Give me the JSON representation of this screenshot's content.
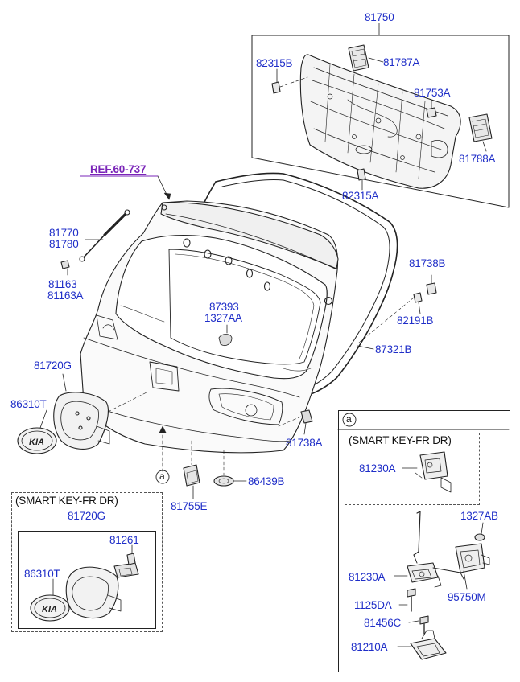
{
  "labels": {
    "p81750": "81750",
    "p82315B": "82315B",
    "p81787A": "81787A",
    "p81753A": "81753A",
    "p81788A": "81788A",
    "p82315A": "82315A",
    "ref": "REF.60-737",
    "p81770": "81770",
    "p81780": "81780",
    "p81163": "81163",
    "p81163A": "81163A",
    "p81738B": "81738B",
    "p82191B": "82191B",
    "p87393": "87393",
    "p1327AA": "1327AA",
    "p87321B": "87321B",
    "p81720G": "81720G",
    "p86310T": "86310T",
    "p81738A": "81738A",
    "p81755E": "81755E",
    "p86439B": "86439B",
    "callout_a": "a",
    "smart_key_left": "(SMART KEY-FR DR)",
    "p81720G_2": "81720G",
    "p81261": "81261",
    "p86310T_2": "86310T",
    "detail_a": "a",
    "smart_key_right": "(SMART KEY-FR DR)",
    "p81230A_sk": "81230A",
    "p1327AB": "1327AB",
    "p81230A": "81230A",
    "p95750M": "95750M",
    "p1125DA": "1125DA",
    "p81456C": "81456C",
    "p81210A": "81210A"
  },
  "colors": {
    "part_number": "#1f2ec8",
    "reference": "#7a24b8",
    "line": "#222222"
  }
}
